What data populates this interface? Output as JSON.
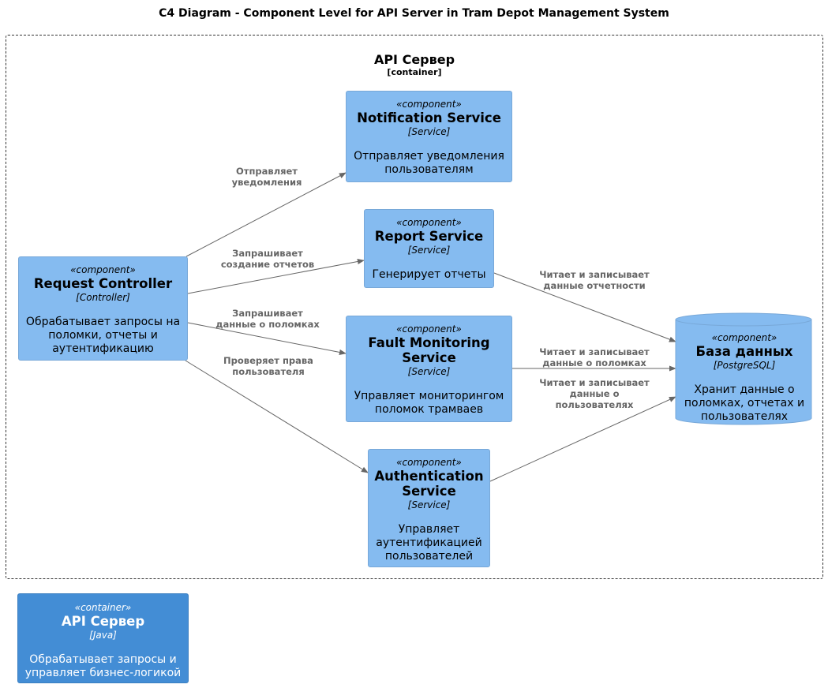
{
  "title": "C4 Diagram - Component Level for API Server in Tram Depot Management System",
  "boundary": {
    "name": "API Сервер",
    "type": "[container]"
  },
  "components": {
    "request_controller": {
      "stereotype": "«component»",
      "name": "Request Controller",
      "tech": "[Controller]",
      "desc_lines": [
        "Обрабатывает запросы на",
        "поломки, отчеты и",
        "аутентификацию"
      ]
    },
    "notification_service": {
      "stereotype": "«component»",
      "name": "Notification Service",
      "tech": "[Service]",
      "desc_lines": [
        "Отправляет уведомления",
        "пользователям"
      ]
    },
    "report_service": {
      "stereotype": "«component»",
      "name": "Report Service",
      "tech": "[Service]",
      "desc_lines": [
        "Генерирует отчеты"
      ]
    },
    "fault_monitoring_service": {
      "stereotype": "«component»",
      "name_lines": [
        "Fault Monitoring",
        "Service"
      ],
      "tech": "[Service]",
      "desc_lines": [
        "Управляет мониторингом",
        "поломок трамваев"
      ]
    },
    "authentication_service": {
      "stereotype": "«component»",
      "name_lines": [
        "Authentication",
        "Service"
      ],
      "tech": "[Service]",
      "desc_lines": [
        "Управляет",
        "аутентификацией",
        "пользователей"
      ]
    },
    "database": {
      "stereotype": "«component»",
      "name": "База данных",
      "tech": "[PostgreSQL]",
      "desc_lines": [
        "Хранит данные о",
        "поломках, отчетах и",
        "пользователях"
      ]
    }
  },
  "container": {
    "stereotype": "«container»",
    "name": "API Сервер",
    "tech": "[Java]",
    "desc_lines": [
      "Обрабатывает запросы и",
      "управляет бизнес-логикой"
    ]
  },
  "relations": {
    "rc_notification": [
      "Отправляет",
      "уведомления"
    ],
    "rc_report": [
      "Запрашивает",
      "создание отчетов"
    ],
    "rc_fault": [
      "Запрашивает",
      "данные о поломках"
    ],
    "rc_auth": [
      "Проверяет права",
      "пользователя"
    ],
    "report_db": [
      "Читает и записывает",
      "данные отчетности"
    ],
    "fault_db": [
      "Читает и записывает",
      "данные о поломках"
    ],
    "auth_db": [
      "Читает и записывает",
      "данные о",
      "пользователях"
    ]
  },
  "colors": {
    "component_fill": "#85bbf0",
    "container_fill": "#438dd5",
    "edge": "#666666"
  }
}
